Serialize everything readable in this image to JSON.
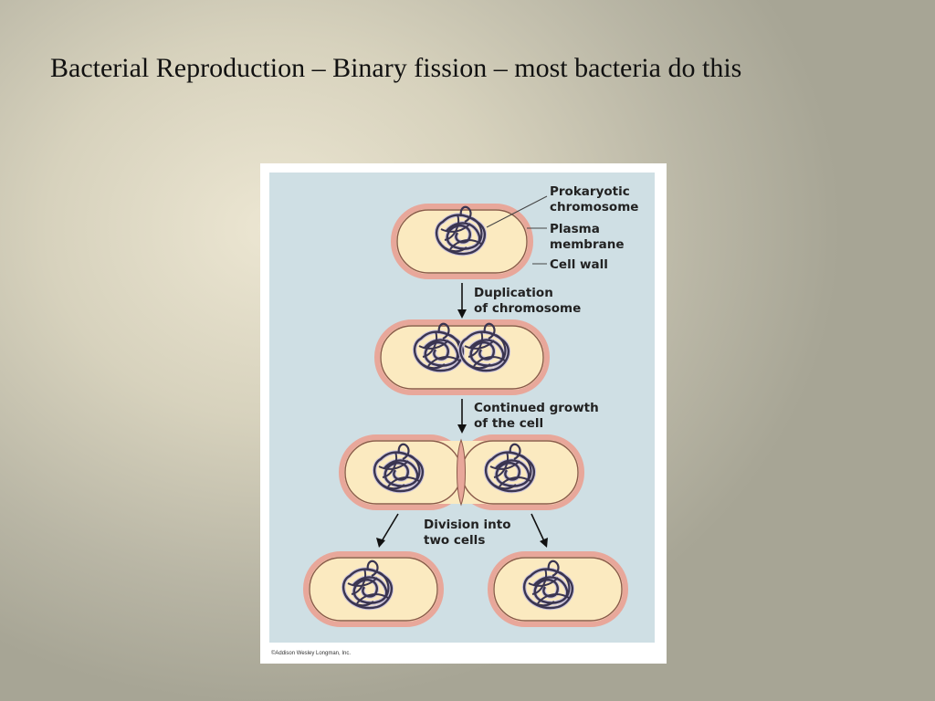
{
  "slide": {
    "title": "Bacterial Reproduction – Binary fission – most bacteria do this"
  },
  "figure": {
    "labels": {
      "prokaryotic_chromosome": [
        "Prokaryotic",
        "chromosome"
      ],
      "plasma_membrane": [
        "Plasma",
        "membrane"
      ],
      "cell_wall": "Cell wall"
    },
    "steps": [
      {
        "lines": [
          "Duplication",
          "of chromosome"
        ]
      },
      {
        "lines": [
          "Continued growth",
          "of the cell"
        ]
      },
      {
        "lines": [
          "Division into",
          "two cells"
        ]
      }
    ],
    "copyright": "©Addison Wesley Longman, Inc."
  },
  "colors": {
    "panel_bg": "#cfdfe4",
    "cell_wall": "#e8a79a",
    "plasma_membrane": "#8a5a4a",
    "cytoplasm": "#fbeac0",
    "chromosome": "#3a3550"
  }
}
